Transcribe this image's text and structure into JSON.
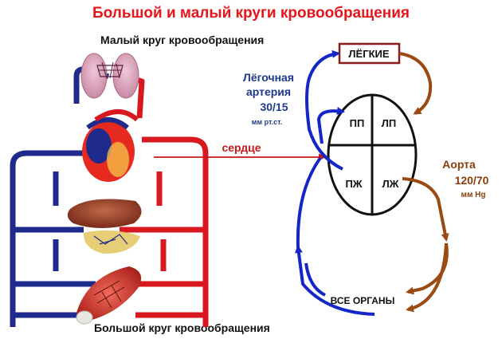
{
  "title": "Большой и малый круги кровообращения",
  "anatomy": {
    "pulmonary_circle_label": "Малый круг кровообращения",
    "systemic_circle_label": "Большой круг кровообращения"
  },
  "scheme": {
    "heart_label": "сердце",
    "lungs_label": "ЛЁГКИЕ",
    "organs_label": "ВСЕ  ОРГАНЫ",
    "chambers": {
      "ra": "ПП",
      "la": "ЛП",
      "rv": "ПЖ",
      "lv": "ЛЖ"
    },
    "pulmonary_artery": {
      "line1": "Лёгочная",
      "line2": "артерия",
      "pressure": "30/15",
      "unit": "мм рт.ст."
    },
    "aorta": {
      "name": "Аорта",
      "pressure": "120/70",
      "unit": "мм Hg"
    }
  },
  "colors": {
    "title": "#e8141b",
    "venous_blue": "#1426c8",
    "arterial_brown": "#9a4a12",
    "pointer_red": "#c81818",
    "anatomy_red": "#d8181e",
    "anatomy_blue": "#1e2a8c"
  }
}
